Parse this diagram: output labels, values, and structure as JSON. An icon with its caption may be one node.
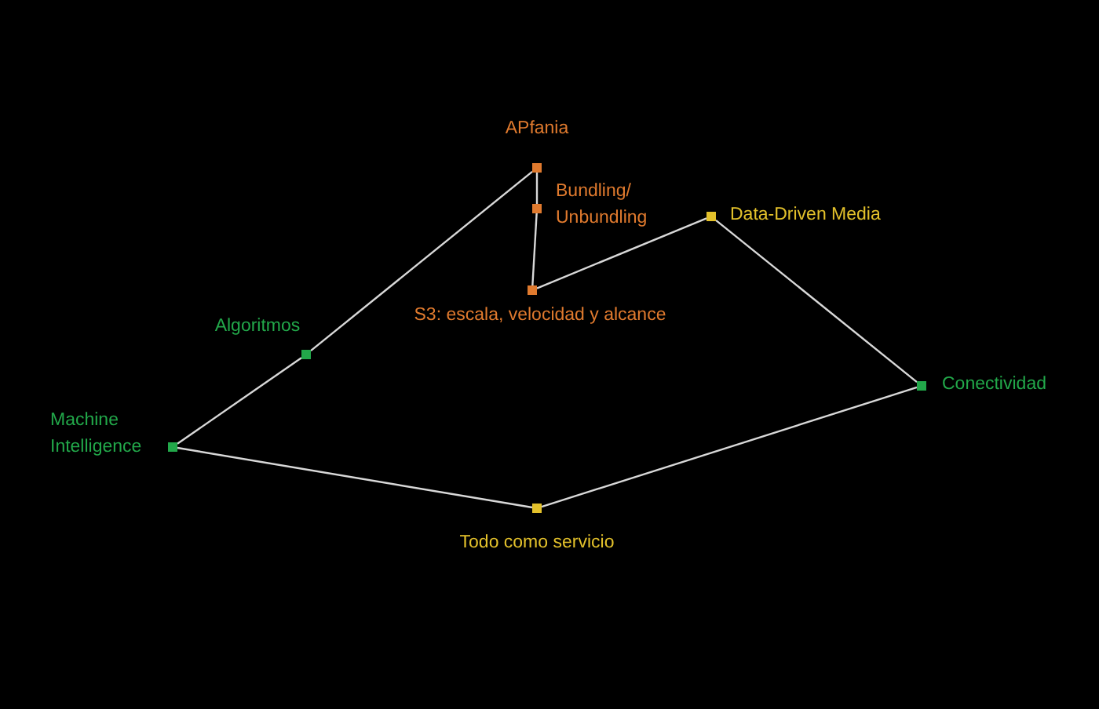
{
  "diagram": {
    "nodes": [
      {
        "text": [],
        "shape": "box",
        "beside": [
          "APfania"
        ]
      },
      {
        "text": [],
        "shape": "box",
        "beside": [
          "Bundling/ Unbundling"
        ]
      },
      {
        "text": [],
        "shape": "box",
        "beside": [
          "Data-Driven Media"
        ]
      },
      {
        "text": [],
        "shape": "box",
        "beside": [
          "S3: escala, velocidad y alcance"
        ]
      },
      {
        "text": [],
        "shape": "box",
        "beside": [
          "Algoritmos"
        ]
      },
      {
        "text": [],
        "shape": "box",
        "beside": [
          "Conectividad"
        ]
      },
      {
        "text": [],
        "shape": "box",
        "beside": [
          "Machine Intelligence"
        ]
      },
      {
        "text": [],
        "shape": "box",
        "beside": [
          "Todo como servicio"
        ]
      }
    ],
    "edges": [
      {
        "from": 6,
        "to": 4,
        "arrow": "none"
      },
      {
        "from": 4,
        "to": 0,
        "arrow": "none"
      },
      {
        "from": 0,
        "to": 1,
        "arrow": "none"
      },
      {
        "from": 1,
        "to": 3,
        "arrow": "none"
      },
      {
        "from": 3,
        "to": 2,
        "arrow": "none"
      },
      {
        "from": 2,
        "to": 5,
        "arrow": "none"
      },
      {
        "from": 5,
        "to": 7,
        "arrow": "none"
      },
      {
        "from": 7,
        "to": 6,
        "arrow": "none"
      }
    ]
  }
}
